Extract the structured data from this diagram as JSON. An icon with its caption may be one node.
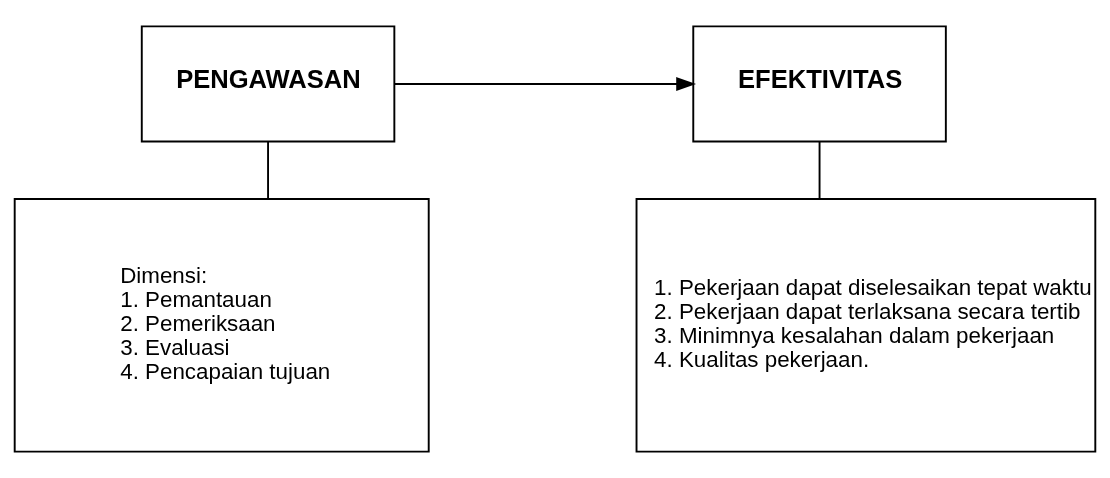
{
  "diagram": {
    "nodes": [
      {
        "text": [
          "PENGAWASAN"
        ]
      },
      {
        "text": [
          "EFEKTIVITAS"
        ]
      },
      {
        "text": [
          "Dimensi:",
          "1. Pemantauan",
          "2. Pemeriksaan",
          "3. Evaluasi",
          "4. Pencapaian tujuan"
        ]
      },
      {
        "text": [
          "1. Pekerjaan dapat diselesaikan tepat waktu",
          "2. Pekerjaan dapat terlaksana secara tertib",
          "3. Minimnya kesalahan dalam pekerjaan",
          "4. Kualitas pekerjaan."
        ]
      }
    ],
    "edges": [
      {
        "from": 0,
        "to": 1,
        "arrow": "to"
      },
      {
        "from": 0,
        "to": 2,
        "arrow": "none"
      },
      {
        "from": 1,
        "to": 3,
        "arrow": "none"
      }
    ]
  }
}
